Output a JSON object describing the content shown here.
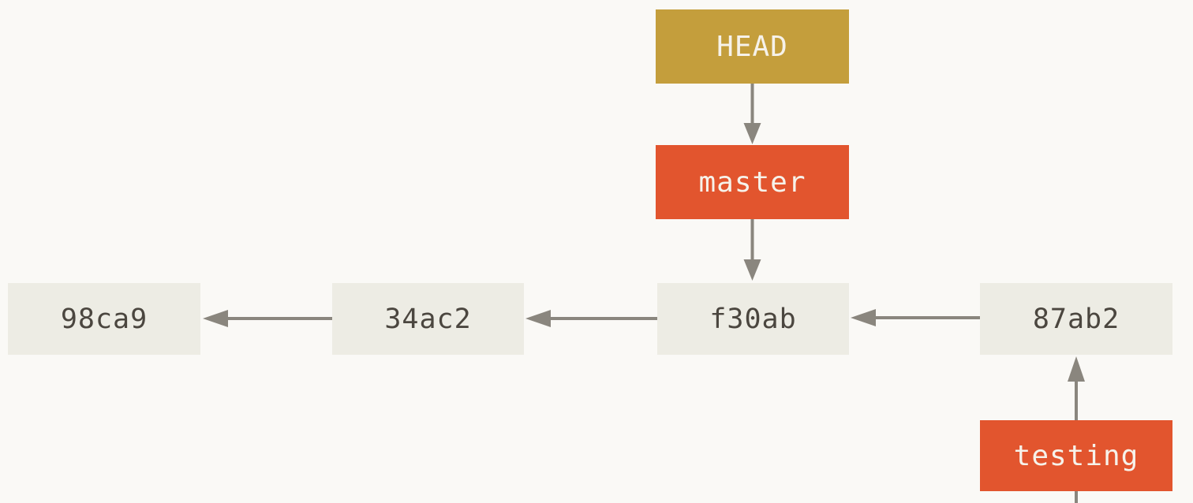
{
  "diagram": {
    "type": "git-commit-graph",
    "background": "#faf9f6",
    "colors": {
      "head_fill": "#c49e3c",
      "branch_fill": "#e2552e",
      "commit_fill": "#edece4",
      "commit_text": "#4b463f",
      "pointer_text": "#f6f2ea",
      "arrow": "#8a867e",
      "background": "#faf9f6"
    },
    "pointers": [
      {
        "id": "HEAD",
        "label": "HEAD",
        "kind": "head",
        "points_to": "master"
      },
      {
        "id": "master",
        "label": "master",
        "kind": "branch",
        "points_to": "f30ab"
      },
      {
        "id": "testing",
        "label": "testing",
        "kind": "branch",
        "points_to": "87ab2"
      }
    ],
    "commits": [
      {
        "id": "98ca9",
        "label": "98ca9",
        "parent": null
      },
      {
        "id": "34ac2",
        "label": "34ac2",
        "parent": "98ca9"
      },
      {
        "id": "f30ab",
        "label": "f30ab",
        "parent": "34ac2"
      },
      {
        "id": "87ab2",
        "label": "87ab2",
        "parent": "f30ab"
      }
    ]
  }
}
